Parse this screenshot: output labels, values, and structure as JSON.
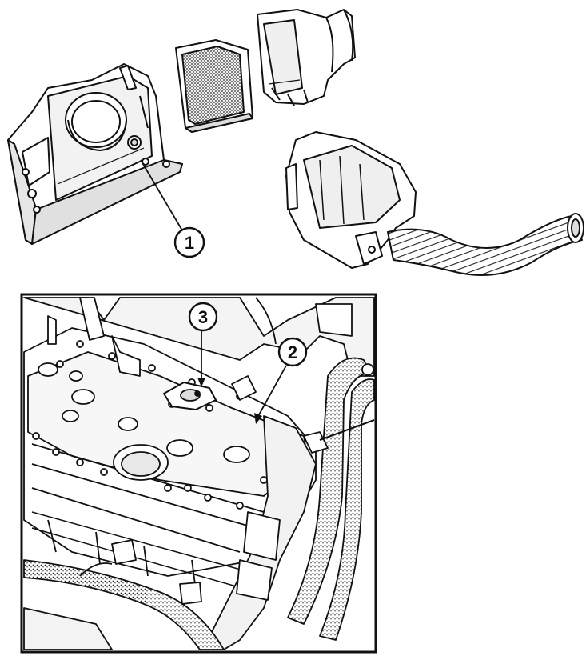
{
  "callouts": {
    "c1": "1",
    "c2": "2",
    "c3": "3"
  },
  "colors": {
    "line": "#111111",
    "paper": "#ffffff",
    "shade": "#d8d8d8",
    "dark": "#555555"
  }
}
